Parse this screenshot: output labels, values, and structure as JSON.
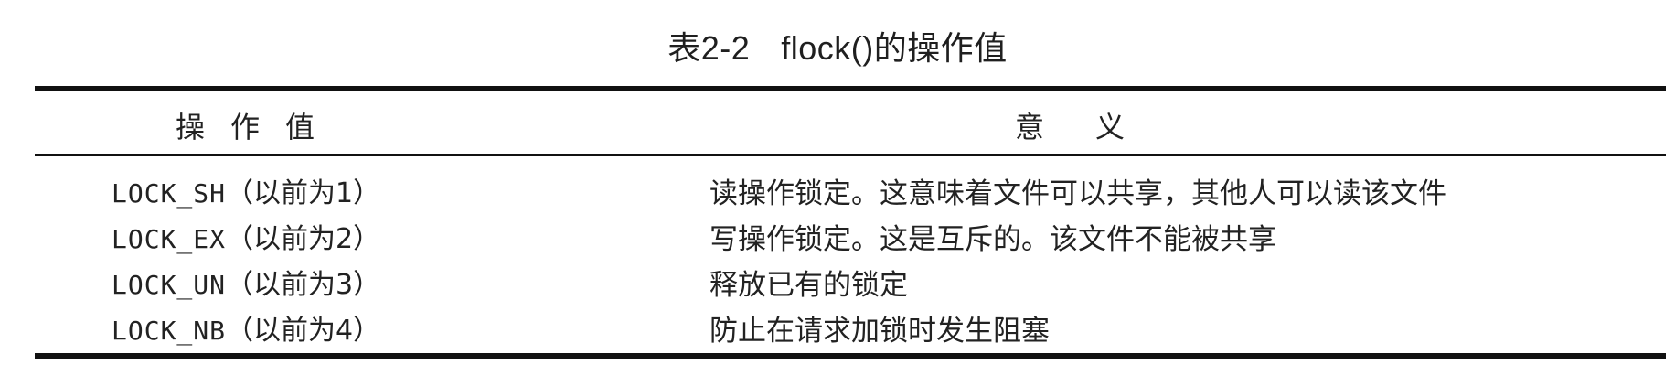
{
  "caption": {
    "number": "表2-2",
    "title": "flock()的操作值"
  },
  "columns": {
    "operation": "操作值",
    "meaning": "意义"
  },
  "rows": [
    {
      "code": "LOCK_SH",
      "note": "（以前为1）",
      "meaning": "读操作锁定。这意味着文件可以共享，其他人可以读该文件"
    },
    {
      "code": "LOCK_EX",
      "note": "（以前为2）",
      "meaning": "写操作锁定。这是互斥的。该文件不能被共享"
    },
    {
      "code": "LOCK_UN",
      "note": "（以前为3）",
      "meaning": "释放已有的锁定"
    },
    {
      "code": "LOCK_NB",
      "note": "（以前为4）",
      "meaning": "防止在请求加锁时发生阻塞"
    }
  ]
}
